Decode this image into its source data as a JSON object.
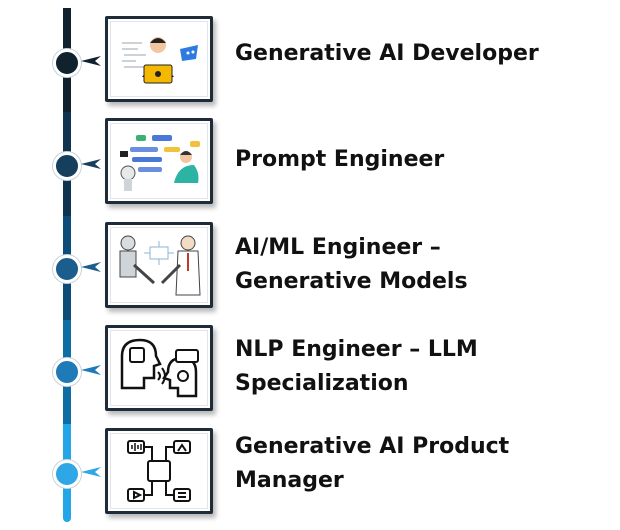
{
  "colors": {
    "spine": [
      "#10222e",
      "#0e3450",
      "#0b4d78",
      "#0e6ea3",
      "#22a6e8"
    ],
    "nodes": [
      "#10222e",
      "#163e5d",
      "#1b5d8c",
      "#1f7ab8",
      "#2fa6e6"
    ],
    "card_border": "#1d2c38"
  },
  "items": [
    {
      "icon": "developer-laptop-icon",
      "title_lines": [
        "Generative AI Developer"
      ]
    },
    {
      "icon": "chat-robot-human-icon",
      "title_lines": [
        "Prompt Engineer"
      ]
    },
    {
      "icon": "robot-handshake-icon",
      "title_lines": [
        "AI/ML Engineer –",
        "Generative Models"
      ]
    },
    {
      "icon": "nlp-heads-icon",
      "title_lines": [
        "NLP Engineer – LLM",
        "Specialization"
      ]
    },
    {
      "icon": "ai-product-chip-icon",
      "title_lines": [
        "Generative AI Product",
        "Manager"
      ]
    }
  ]
}
